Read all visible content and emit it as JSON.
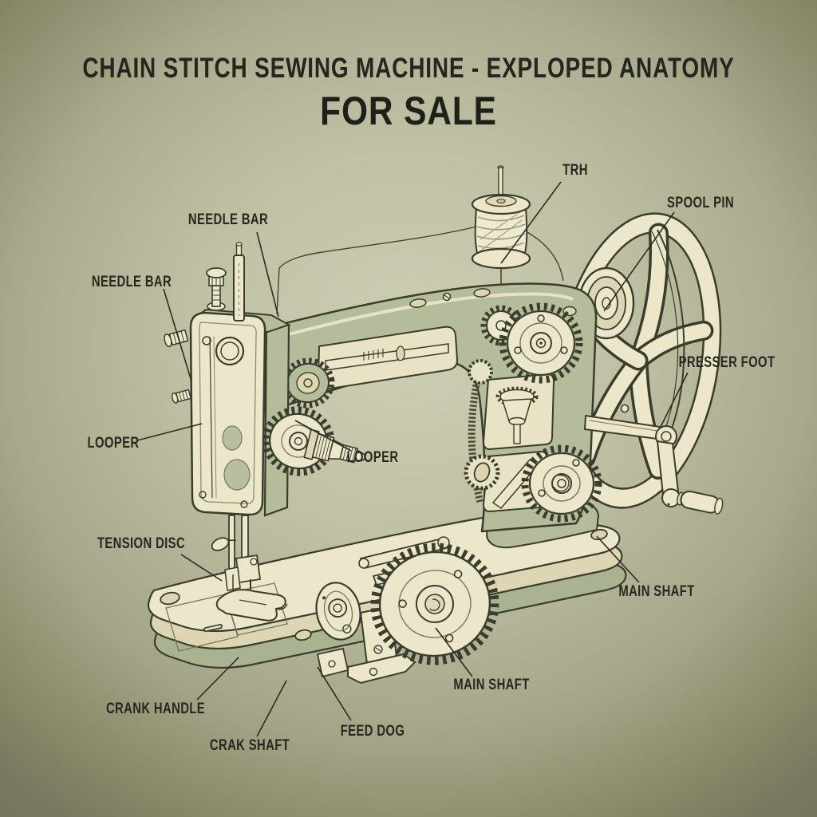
{
  "header": {
    "title": "CHAIN STITCH SEWING MACHINE - EXPLOPED ANATOMY",
    "subtitle": "FOR SALE"
  },
  "diagram": {
    "subject": "chain stitch sewing machine exploded anatomy line drawing",
    "labels": [
      {
        "id": "trh",
        "text": "TRH"
      },
      {
        "id": "spool-pin",
        "text": "SPOOL PIN"
      },
      {
        "id": "needle-bar-upper",
        "text": "NEEDLE BAR"
      },
      {
        "id": "needle-bar-lower",
        "text": "NEEDLE BAR"
      },
      {
        "id": "looper-left",
        "text": "LOOPER"
      },
      {
        "id": "looper-center",
        "text": "LOOPER"
      },
      {
        "id": "presser-foot",
        "text": "PRESSER FOOT"
      },
      {
        "id": "tension-disc",
        "text": "TENSION DISC"
      },
      {
        "id": "main-shaft-right",
        "text": "MAIN SHAFT"
      },
      {
        "id": "main-shaft-bottom",
        "text": "MAIN SHAFT"
      },
      {
        "id": "crank-handle",
        "text": "CRANK HANDLE"
      },
      {
        "id": "crak-shaft",
        "text": "CRAK SHAFT"
      },
      {
        "id": "feed-dog",
        "text": "FEED DOG"
      }
    ],
    "colors": {
      "background_center": "#cdceb3",
      "background_edge": "#82836a",
      "ink_outline": "#3b3d2c",
      "body_cream": "#ece6ca",
      "body_cream_shadow": "#ddd5b3",
      "body_sage": "#b4bc9c",
      "label_ink": "#26271e"
    }
  }
}
